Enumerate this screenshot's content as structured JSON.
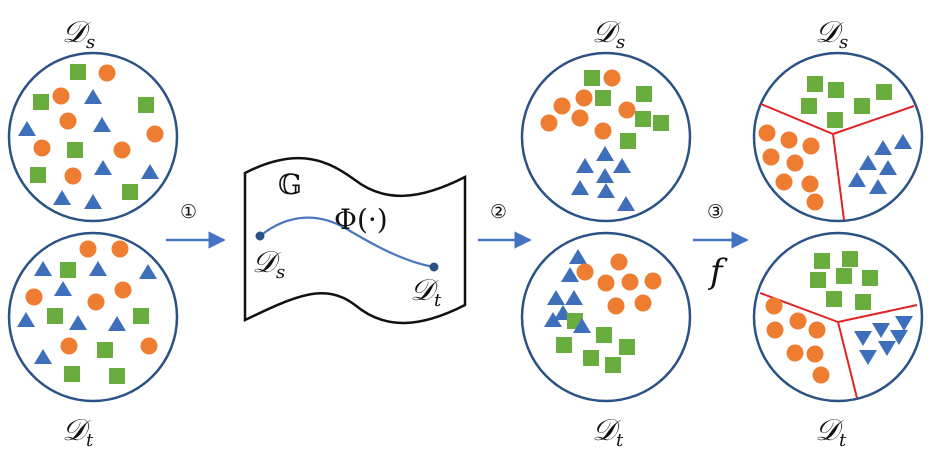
{
  "colors": {
    "ring": "#2a5285",
    "square": "#69ad3f",
    "circle": "#ee7d31",
    "triangle": "#3e6fba",
    "boundary": "#e02424",
    "arrow": "#4472c4",
    "curve": "#4a78c0"
  },
  "labels": {
    "source_domain": "𝒟s",
    "source_domain_script": "𝒟",
    "source_domain_sub": "s",
    "target_domain_script": "𝒟",
    "target_domain_sub": "t",
    "manifold": "𝔾",
    "mapping": "Φ(·)",
    "classifier": "f",
    "steps": [
      "①",
      "②",
      "③"
    ]
  }
}
